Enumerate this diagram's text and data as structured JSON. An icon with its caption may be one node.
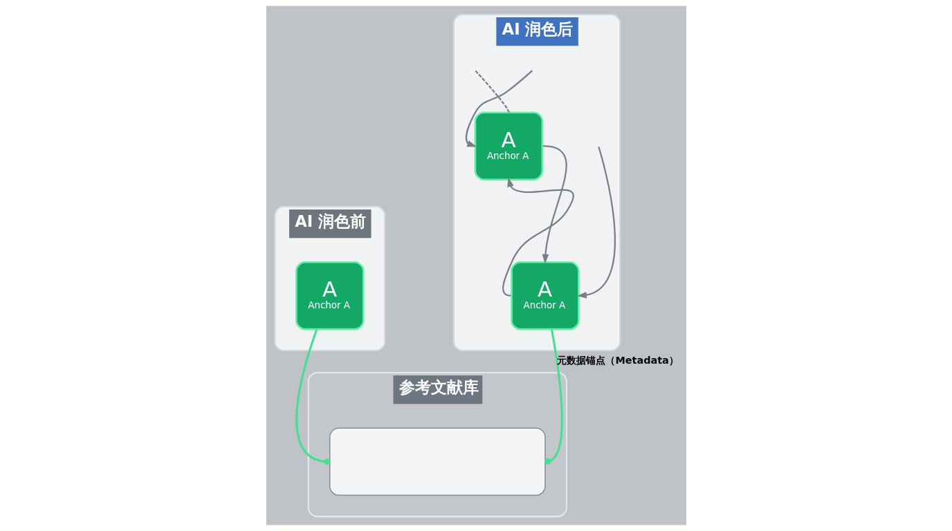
{
  "diagram": {
    "nodes": [
      {
        "text": [
          "AI 润色前"
        ]
      },
      {
        "text": [
          "A",
          "Anchor A"
        ],
        "in": 0
      },
      {
        "text": [
          "AI 润色后"
        ]
      },
      {
        "text": [
          "A",
          "Anchor A"
        ],
        "in": 2
      },
      {
        "text": [
          "A",
          "Anchor A"
        ],
        "in": 2
      },
      {
        "text": [
          "参考文献库"
        ]
      },
      {
        "text": [],
        "shape": "box",
        "in": 5
      }
    ],
    "edges": [
      {
        "from": null,
        "to": 3,
        "arrow": "to"
      },
      {
        "from": 3,
        "to": null,
        "arrow": "none",
        "style": "dashed"
      },
      {
        "from": 3,
        "to": 4,
        "arrow": "to"
      },
      {
        "from": null,
        "to": 4,
        "arrow": "to"
      },
      {
        "from": 4,
        "to": 3,
        "arrow": "to"
      },
      {
        "from": 1,
        "to": 6,
        "arrow": "other",
        "color": "#3ee28f"
      },
      {
        "from": 4,
        "to": 6,
        "arrow": "other",
        "color": "#3ee28f",
        "label": "元数据锚点（Metadata）"
      }
    ]
  }
}
